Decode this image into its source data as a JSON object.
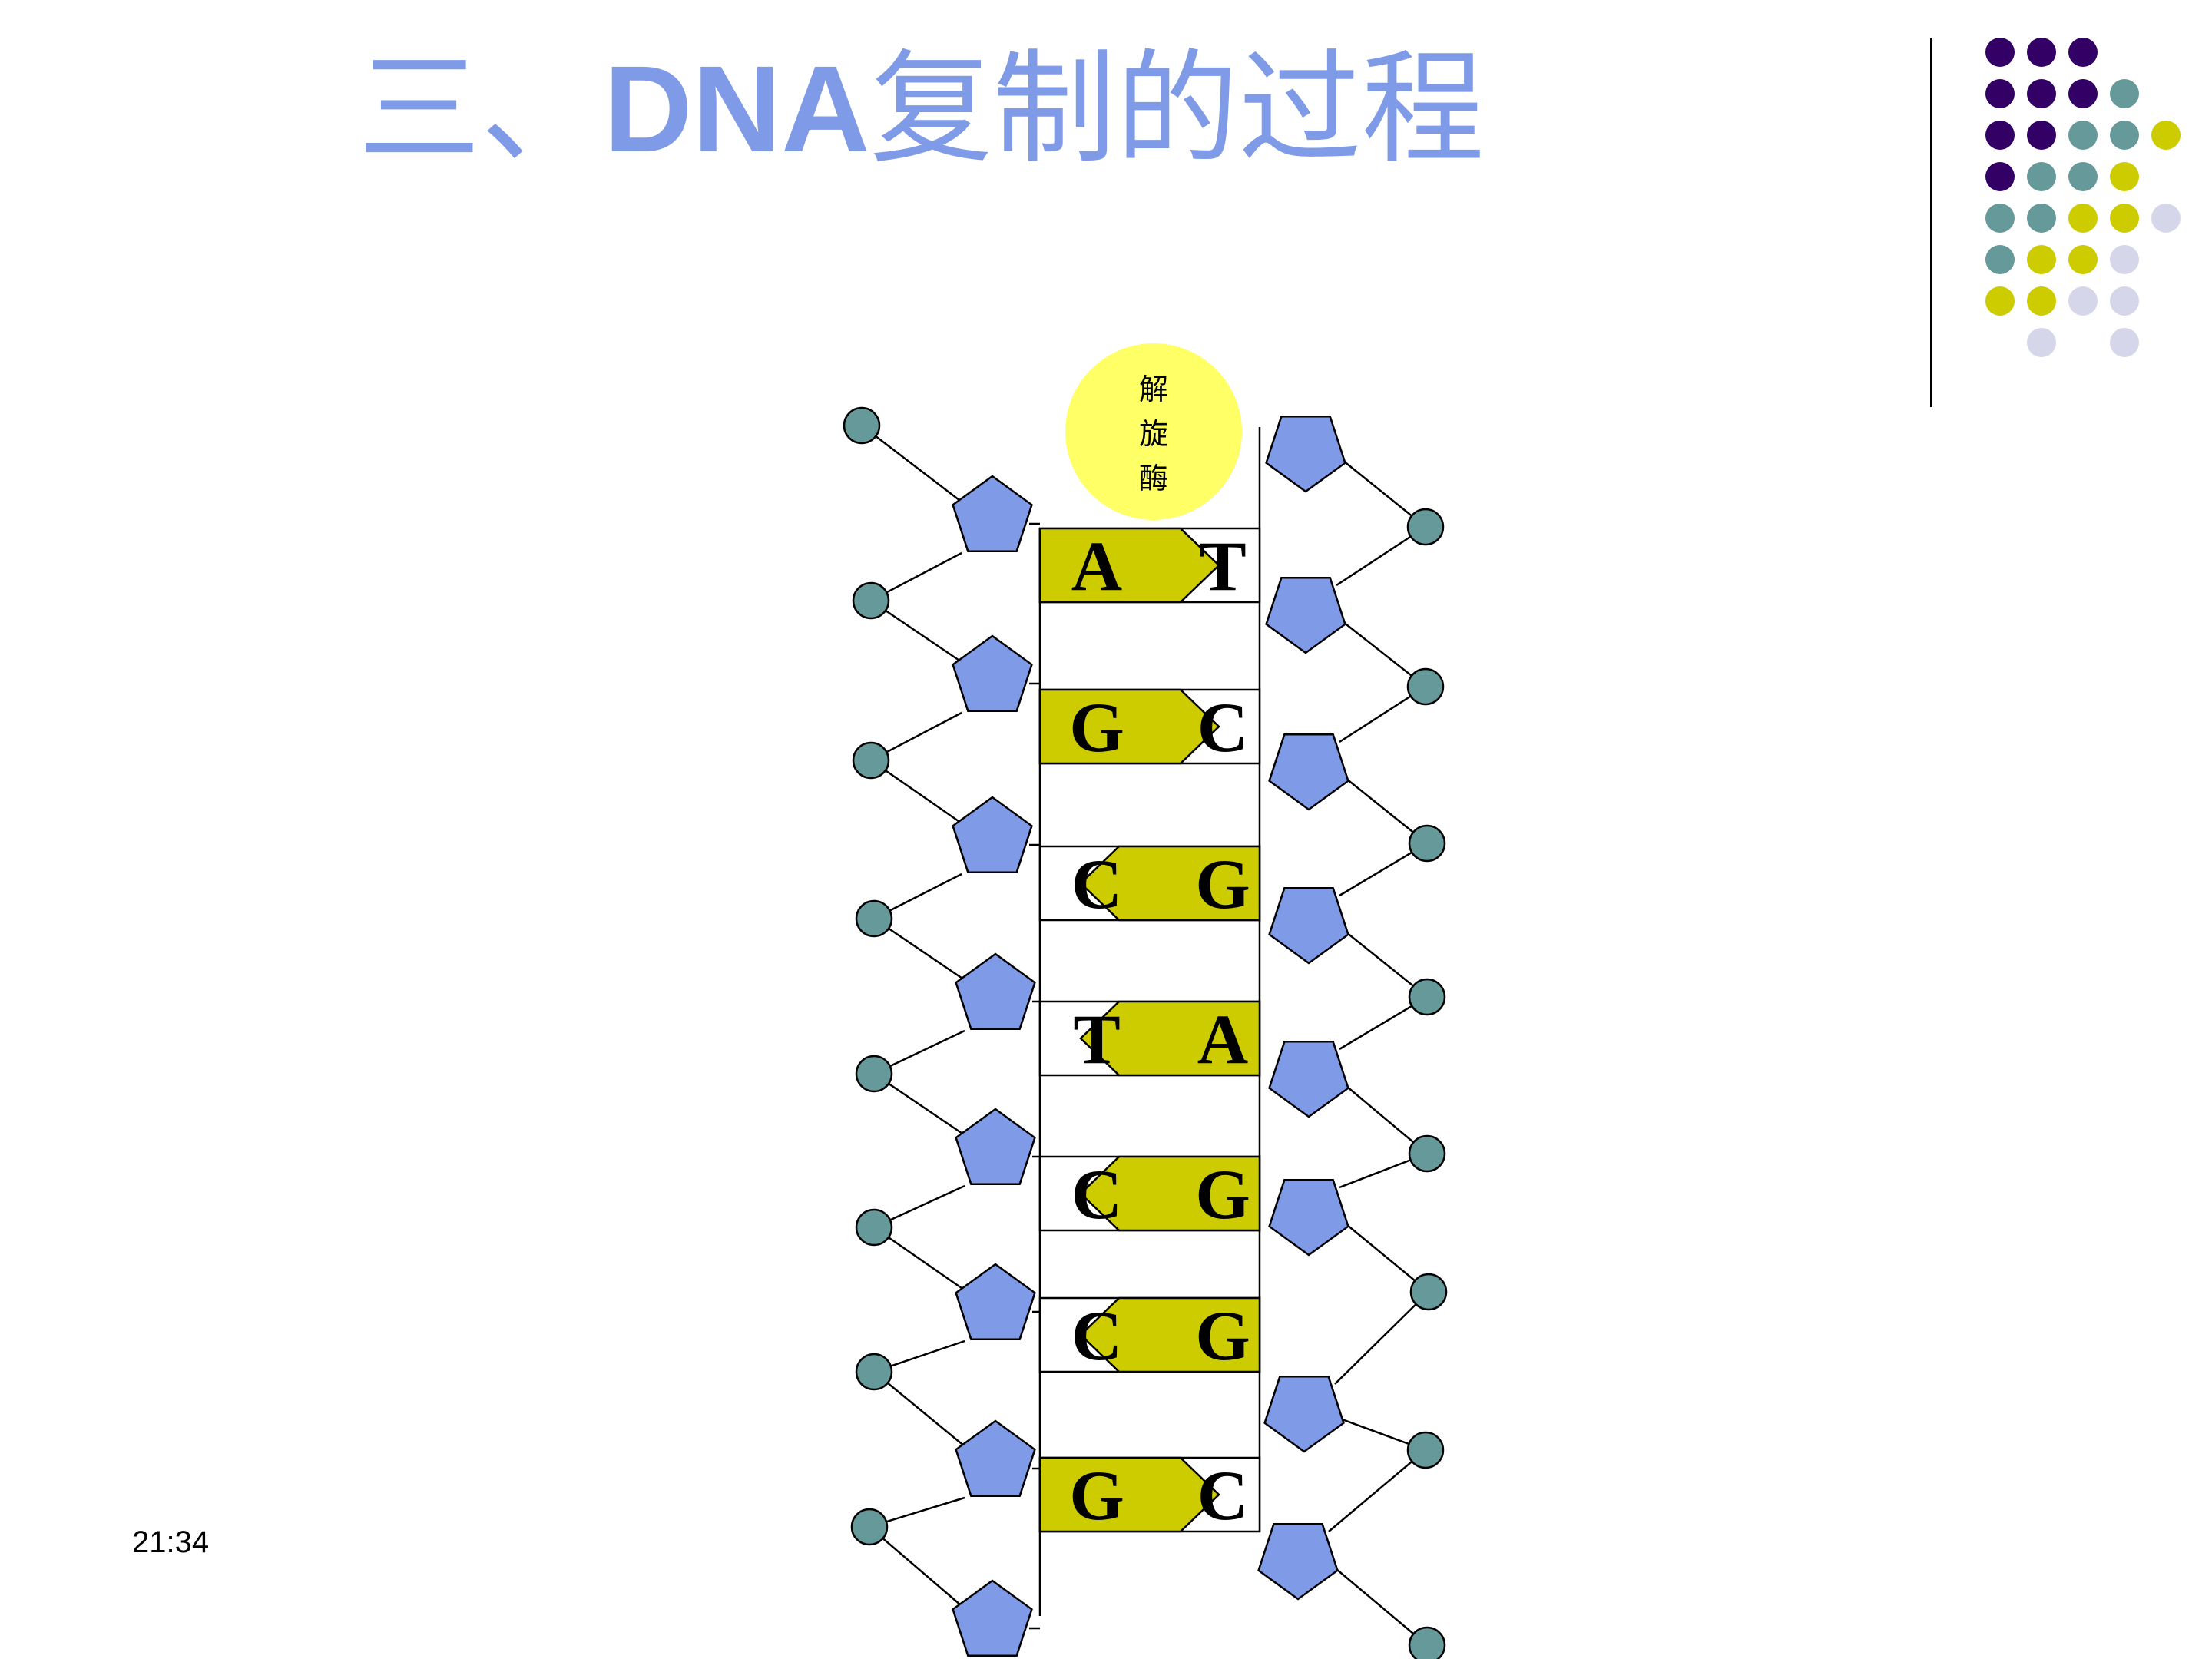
{
  "slide": {
    "title_prefix": "三、",
    "title_dna": "DNA",
    "title_suffix": "复制的过程",
    "time": "21:34"
  },
  "enzyme": {
    "chars": [
      "解",
      "旋",
      "酶"
    ]
  },
  "base_pairs": [
    {
      "left": "A",
      "right": "T",
      "colored": "left"
    },
    {
      "left": "G",
      "right": "C",
      "colored": "left"
    },
    {
      "left": "C",
      "right": "G",
      "colored": "right"
    },
    {
      "left": "T",
      "right": "A",
      "colored": "right"
    },
    {
      "left": "C",
      "right": "G",
      "colored": "right"
    },
    {
      "left": "C",
      "right": "G",
      "colored": "right"
    },
    {
      "left": "G",
      "right": "C",
      "colored": "left"
    }
  ],
  "colors": {
    "title": "#7f9ae6",
    "base_fill": "#cccc00",
    "sugar": "#7f9ae6",
    "phosphate": "#669999",
    "enzyme": "#ffff66",
    "dot_purple": "#330066",
    "dot_teal": "#669999",
    "dot_yellow": "#cccc00",
    "dot_lavender": "#d6d6ea"
  },
  "decor_dots": [
    [
      "dot_purple",
      "dot_purple",
      "dot_purple",
      null,
      null
    ],
    [
      "dot_purple",
      "dot_purple",
      "dot_purple",
      "dot_teal",
      null
    ],
    [
      "dot_purple",
      "dot_purple",
      "dot_teal",
      "dot_teal",
      "dot_yellow"
    ],
    [
      "dot_purple",
      "dot_teal",
      "dot_teal",
      "dot_yellow",
      null
    ],
    [
      "dot_teal",
      "dot_teal",
      "dot_yellow",
      "dot_yellow",
      "dot_lavender"
    ],
    [
      "dot_teal",
      "dot_yellow",
      "dot_yellow",
      "dot_lavender",
      null
    ],
    [
      "dot_yellow",
      "dot_yellow",
      "dot_lavender",
      "dot_lavender",
      null
    ],
    [
      null,
      "dot_lavender",
      null,
      "dot_lavender",
      null
    ]
  ]
}
